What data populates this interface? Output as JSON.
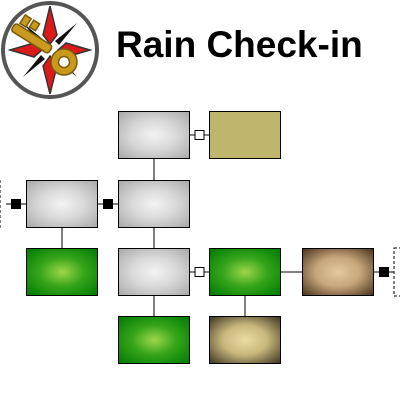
{
  "header": {
    "title": "Rain Check-in",
    "logo_icon": "compass-key-icon"
  },
  "colors": {
    "empty_node": "#c9c9c9",
    "olive_node": "#bfb56c",
    "green_node": "#36a51b",
    "tan_node": "#c7a67b",
    "khaki_node": "#c8b87d",
    "connector": "#000000",
    "logo_red": "#dd1a1a",
    "logo_gold": "#c99a1e"
  },
  "diagram": {
    "nodes": [
      {
        "id": "n1",
        "style": "empty"
      },
      {
        "id": "n2",
        "style": "olive"
      },
      {
        "id": "n3",
        "style": "empty"
      },
      {
        "id": "n4",
        "style": "empty"
      },
      {
        "id": "n5",
        "style": "green"
      },
      {
        "id": "n6",
        "style": "empty"
      },
      {
        "id": "n7",
        "style": "green"
      },
      {
        "id": "n8",
        "style": "tan"
      },
      {
        "id": "n9",
        "style": "green"
      },
      {
        "id": "n10",
        "style": "khaki"
      }
    ],
    "links": [
      {
        "from": "n1",
        "to": "n2",
        "type": "open-square"
      },
      {
        "from": "n1",
        "to": "n4",
        "type": "plain"
      },
      {
        "from": "n3",
        "to": "n4",
        "type": "filled-square"
      },
      {
        "from": "n3",
        "to": "n5",
        "type": "plain"
      },
      {
        "from": "n4",
        "to": "n6",
        "type": "plain"
      },
      {
        "from": "n6",
        "to": "n7",
        "type": "open-square"
      },
      {
        "from": "n7",
        "to": "n8",
        "type": "plain"
      },
      {
        "from": "n6",
        "to": "n9",
        "type": "plain"
      },
      {
        "from": "n7",
        "to": "n10",
        "type": "plain"
      }
    ],
    "offpage": [
      {
        "node": "n3",
        "side": "left",
        "type": "filled-square"
      },
      {
        "node": "n8",
        "side": "right",
        "type": "filled-square"
      }
    ]
  }
}
